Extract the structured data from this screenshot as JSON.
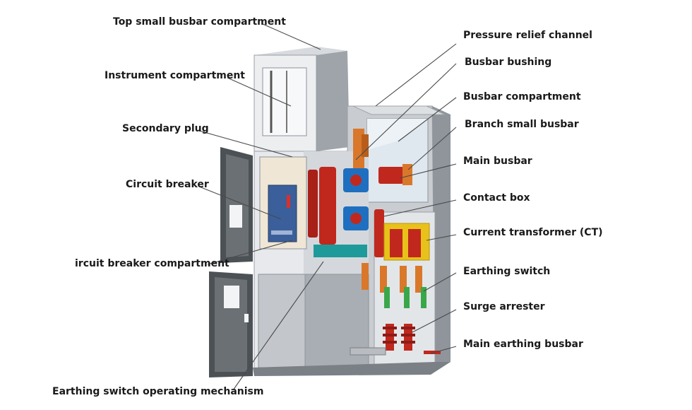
{
  "labels": {
    "top_small_busbar_compartment": "Top small busbar compartment",
    "instrument_compartment": "Instrument compartment",
    "secondary_plug": "Secondary plug",
    "circuit_breaker": "Circuit breaker",
    "circuit_breaker_compartment": "ircuit breaker compartment",
    "earthing_switch_operating_mechanism": "Earthing switch operating mechanism",
    "pressure_relief_channel": "Pressure relief channel",
    "busbar_bushing": "Busbar bushing",
    "busbar_compartment": "Busbar compartment",
    "branch_small_busbar": "Branch small busbar",
    "main_busbar": "Main busbar",
    "contact_box": "Contact box",
    "current_transformer": "Current transformer (CT)",
    "earthing_switch": "Earthing switch",
    "surge_arrester": "Surge arrester",
    "main_earthing_busbar": "Main earthing busbar"
  },
  "colors": {
    "cabinet_light": "#e6e8eb",
    "cabinet_mid": "#b9bdc2",
    "cabinet_dark": "#5e6368",
    "insulator_red": "#c0281e",
    "bushing_blue": "#1f6fc0",
    "copper_orange": "#d9782a",
    "ct_yellow": "#e8c21a",
    "earth_green": "#3aa64a",
    "teal_bar": "#1e9a9a"
  }
}
